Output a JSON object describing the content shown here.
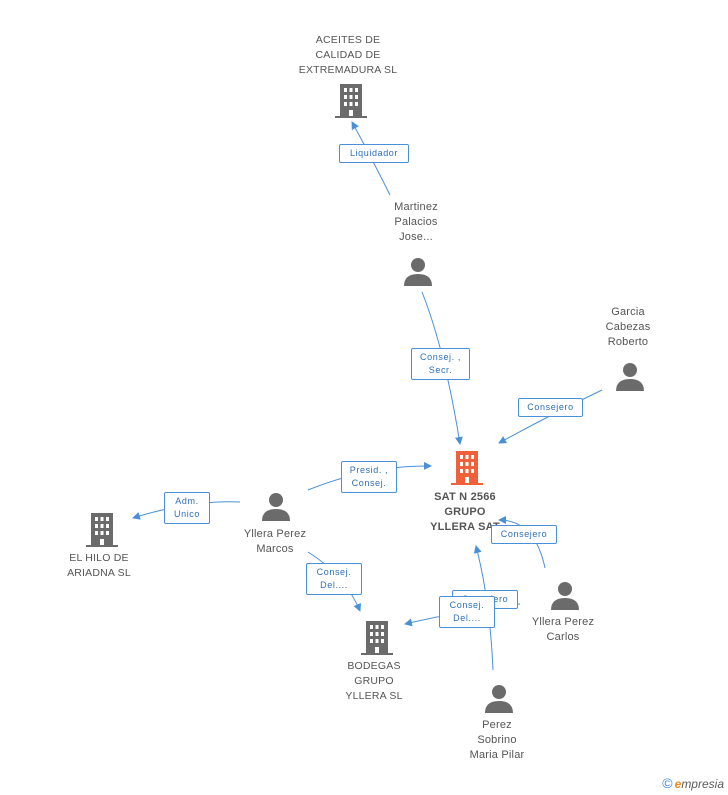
{
  "nodes": {
    "aceites": {
      "label": "ACEITES DE\nCALIDAD DE\nEXTREMADURA SL",
      "kind": "company"
    },
    "martinez": {
      "label": "Martinez\nPalacios\nJose...",
      "kind": "person"
    },
    "garcia": {
      "label": "Garcia\nCabezas\nRoberto",
      "kind": "person"
    },
    "sat": {
      "label": "SAT N 2566\nGRUPO\nYLLERA SAT",
      "kind": "company-main"
    },
    "marcos": {
      "label": "Yllera Perez\nMarcos",
      "kind": "person"
    },
    "hilo": {
      "label": "EL HILO DE\nARIADNA SL",
      "kind": "company"
    },
    "carlos": {
      "label": "Yllera Perez\nCarlos",
      "kind": "person"
    },
    "bodegas": {
      "label": "BODEGAS\nGRUPO\nYLLERA SL",
      "kind": "company"
    },
    "pilar": {
      "label": "Perez\nSobrino\nMaria Pilar",
      "kind": "person"
    }
  },
  "edges": {
    "liquidador": "Liquidador",
    "consej_secr": "Consej. ,\nSecr.",
    "consejero_garcia": "Consejero",
    "presid_consej": "Presid. ,\nConsej.",
    "adm_unico": "Adm.\nUnico",
    "consejero_carlos": "Consejero",
    "consejero_hidden": "Consejero",
    "consej_del_marcos": "Consej.\nDel....",
    "consej_del_pilar": "Consej.\nDel...."
  },
  "colors": {
    "edge": "#4a90d9",
    "icon_gray": "#6b6b6b",
    "icon_main": "#f0603a"
  },
  "footer": {
    "copyright": "©",
    "brand_e": "e",
    "brand_rest": "mpresia"
  }
}
